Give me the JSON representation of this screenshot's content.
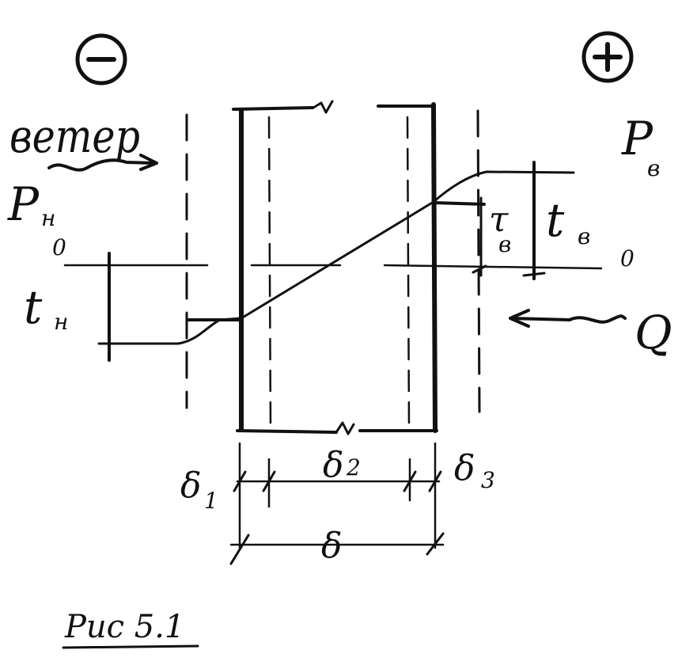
{
  "labels": {
    "minus": "−",
    "plus": "+",
    "wind": "ветер",
    "p_outer": "P",
    "p_outer_sub": "н",
    "p_inner": "P",
    "p_inner_sub": "в",
    "zero_left": "0",
    "zero_right": "0",
    "t_outer": "t",
    "t_outer_sub": "н",
    "t_inner": "t",
    "t_inner_sub": "в",
    "tau_inner": "τ",
    "tau_inner_sub": "в",
    "q": "Q",
    "d1": "δ",
    "d1_sub": "1",
    "d2": "δ",
    "d2_sub": "2",
    "d3": "δ",
    "d3_sub": "3",
    "d_total": "δ",
    "caption": "Рис 5.1"
  }
}
